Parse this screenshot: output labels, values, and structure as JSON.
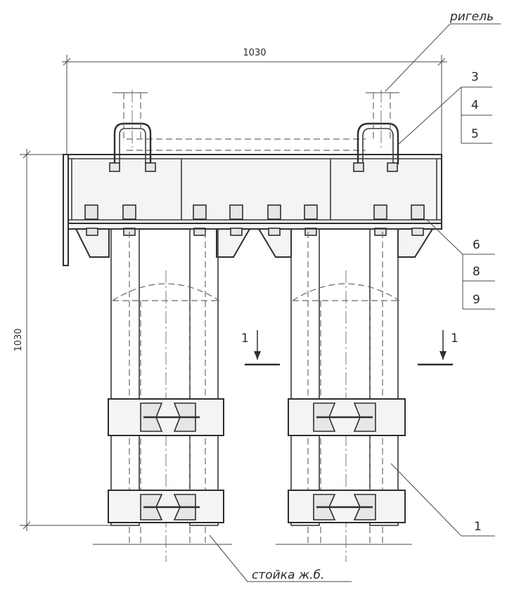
{
  "dimensions": {
    "width_label": "1030",
    "height_label": "1030"
  },
  "labels": {
    "rigel": "ригель",
    "pos_3": "3",
    "pos_4": "4",
    "pos_5": "5",
    "pos_6": "6",
    "pos_8": "8",
    "pos_9": "9",
    "pos_1": "1",
    "stoyka": "стойка ж.б.",
    "section_left": "1",
    "section_right": "1"
  }
}
